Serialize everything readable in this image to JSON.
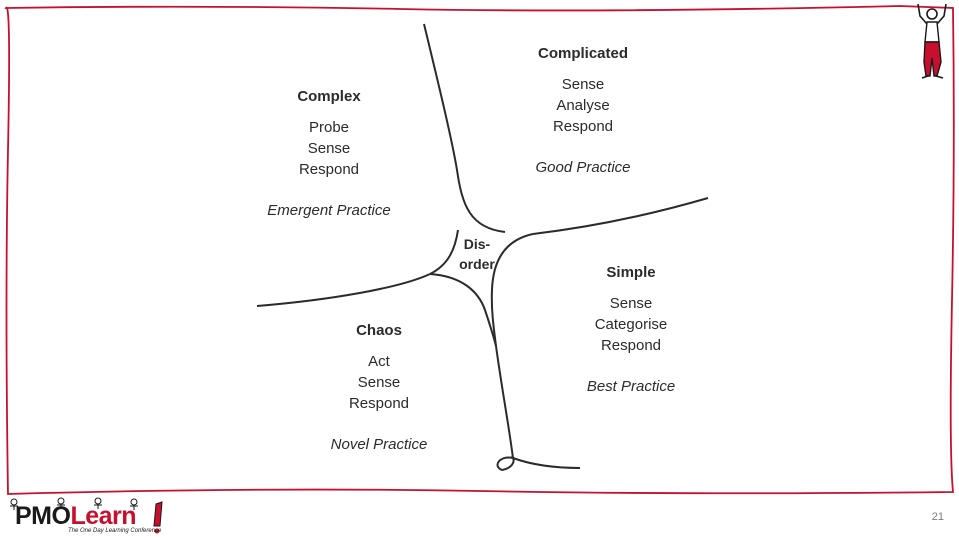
{
  "diagram": {
    "quadrants": {
      "complex": {
        "title": "Complex",
        "steps": [
          "Probe",
          "Sense",
          "Respond"
        ],
        "practice": "Emergent Practice"
      },
      "complicated": {
        "title": "Complicated",
        "steps": [
          "Sense",
          "Analyse",
          "Respond"
        ],
        "practice": "Good Practice"
      },
      "chaos": {
        "title": "Chaos",
        "steps": [
          "Act",
          "Sense",
          "Respond"
        ],
        "practice": "Novel Practice"
      },
      "simple": {
        "title": "Simple",
        "steps": [
          "Sense",
          "Categorise",
          "Respond"
        ],
        "practice": "Best Practice"
      }
    },
    "center": {
      "line1": "Dis-",
      "line2": "order"
    }
  },
  "footer": {
    "logo_pmo": "PMO",
    "logo_learn": "Learn",
    "logo_tagline": "The One Day Learning Conference",
    "page_number": "21"
  },
  "colors": {
    "frame": "#c8102e",
    "accent": "#c8102e",
    "line": "#2b2b2b",
    "text": "#2b2b2b"
  }
}
